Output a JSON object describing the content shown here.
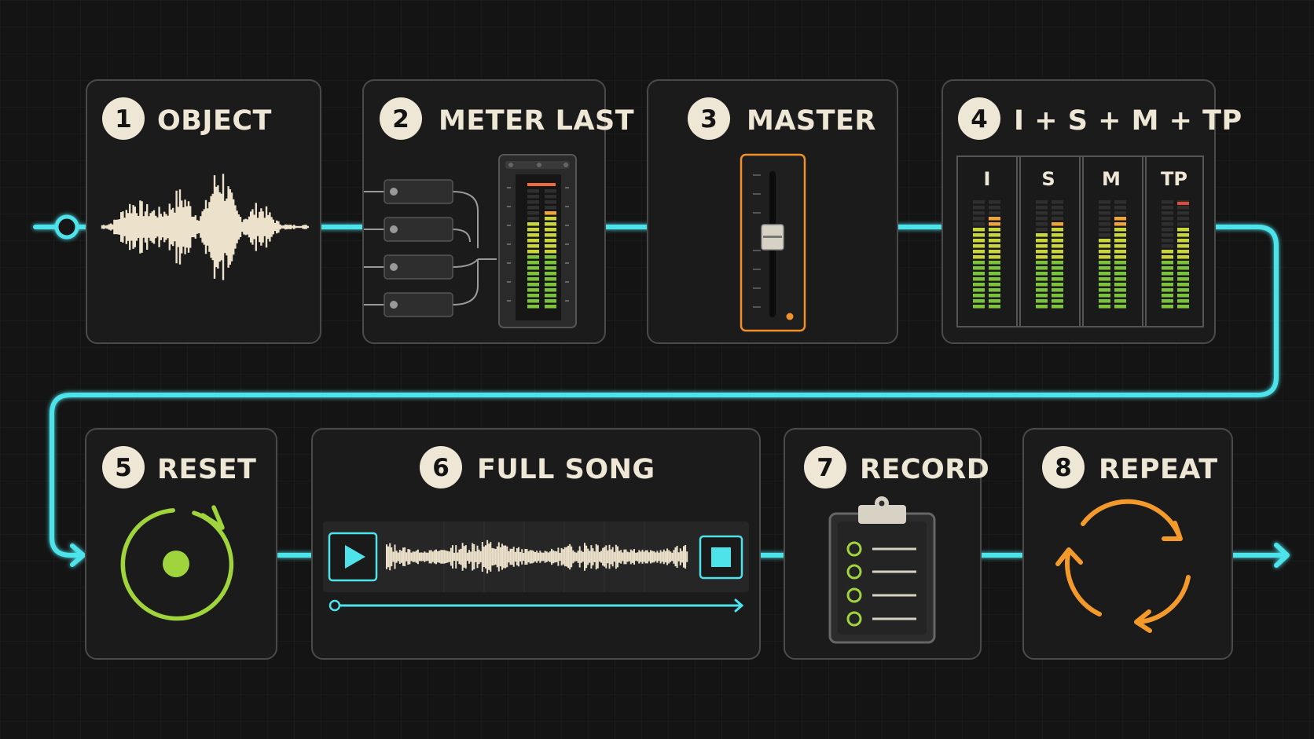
{
  "steps": [
    {
      "number": "1",
      "title": "OBJECT"
    },
    {
      "number": "2",
      "title": "METER LAST"
    },
    {
      "number": "3",
      "title": "MASTER"
    },
    {
      "number": "4",
      "title": "I + S + M + TP"
    },
    {
      "number": "5",
      "title": "RESET"
    },
    {
      "number": "6",
      "title": "FULL SONG"
    },
    {
      "number": "7",
      "title": "RECORD"
    },
    {
      "number": "8",
      "title": "REPEAT"
    }
  ],
  "meters": {
    "labels": [
      "I",
      "S",
      "M",
      "TP"
    ]
  },
  "colors": {
    "flow": "#4ee3ea",
    "waveform": "#ece2cc",
    "accent_green": "#9fd43c",
    "accent_orange": "#f39a2a",
    "fader_outline": "#f2902a",
    "card_border": "#4a4a4a",
    "background": "#141414"
  },
  "icons": {
    "step1": "waveform-icon",
    "step2": "plugin-chain-meter-icon",
    "step3": "master-fader-icon",
    "step4": "loudness-meters-icon",
    "step5": "reset-icon",
    "step6": "transport-waveform-icon",
    "step7": "clipboard-checklist-icon",
    "step8": "repeat-cycle-icon"
  }
}
